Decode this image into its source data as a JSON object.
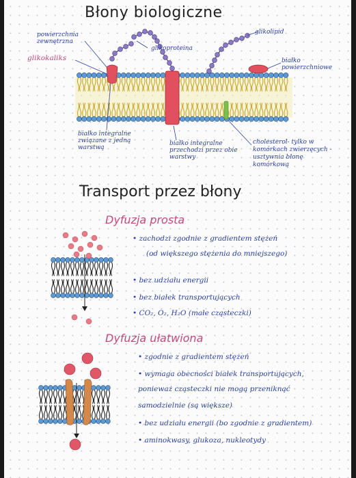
{
  "membrane": {
    "title": "Błony biologiczne",
    "labels": {
      "outer_surface": "powierzchnia zewnętrzna",
      "glycocalyx": "glikokaliks",
      "glycoprotein": "glikoproteina",
      "glycolipid": "glikolipid",
      "surface_protein": "białko powierzchniowe",
      "integral_one_side": "białko integralne związane z jedną warstwą",
      "integral_through": "białko integralne przechodzi przez obie warstwy",
      "cholesterol": "cholesterol- tylko w komórkach zwierzęcych - usztywnia błonę komórkową"
    }
  },
  "transport": {
    "title": "Transport przez błony",
    "simple": {
      "heading": "Dyfuzja prosta",
      "points": [
        "• zachodzi zgodnie z gradientem stężeń",
        "(od większego stężenia do mniejszego)",
        "• bez udziału energii",
        "• bez białek transportujących",
        "• CO₂, O₂, H₂O (małe cząsteczki)"
      ]
    },
    "facilitated": {
      "heading": "Dyfuzja ułatwiona",
      "points": [
        "• zgodnie z gradientem stężeń",
        "• wymaga obecności białek transportujących,",
        "ponieważ cząsteczki nie mogą przeniknąć",
        "samodzielnie (są większe)",
        "• bez udziału energii (bo zgodnie z gradientem)",
        "• aminokwasy, glukoza, nukleotydy"
      ]
    }
  },
  "colors": {
    "ink": "#2a3fa3",
    "heading_pink": "#c9477f",
    "phospholipid_head": "#5b9bd5",
    "lipid_tail": "#e3cf4a",
    "protein_red": "#e0505e",
    "carbohydrate_purple": "#8c7ac6",
    "cholesterol_green": "#7cc04b",
    "carrier_orange": "#d4894a"
  }
}
